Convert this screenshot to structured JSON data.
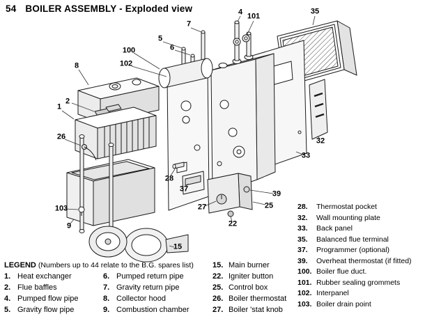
{
  "page": {
    "number": "54",
    "title": "BOILER ASSEMBLY - Exploded view"
  },
  "colors": {
    "ink": "#000000",
    "paper": "#ffffff"
  },
  "legend": {
    "header": "LEGEND",
    "note": "(Numbers up to 44 relate to the B.G. spares list)",
    "col1": [
      {
        "num": "1.",
        "label": "Heat exchanger"
      },
      {
        "num": "2.",
        "label": "Flue baffles"
      },
      {
        "num": "4.",
        "label": "Pumped flow pipe"
      },
      {
        "num": "5.",
        "label": "Gravity flow pipe"
      }
    ],
    "col2": [
      {
        "num": "6.",
        "label": "Pumped return pipe"
      },
      {
        "num": "7.",
        "label": "Gravity return pipe"
      },
      {
        "num": "8.",
        "label": "Collector hood"
      },
      {
        "num": "9.",
        "label": "Combustion chamber"
      }
    ],
    "col3": [
      {
        "num": "15.",
        "label": "Main burner"
      },
      {
        "num": "22.",
        "label": "Igniter button"
      },
      {
        "num": "25.",
        "label": "Control box"
      },
      {
        "num": "26.",
        "label": "Boiler thermostat"
      },
      {
        "num": "27.",
        "label": "Boiler 'stat knob"
      }
    ],
    "right": [
      {
        "num": "28.",
        "label": "Thermostat pocket"
      },
      {
        "num": "32.",
        "label": "Wall mounting plate"
      },
      {
        "num": "33.",
        "label": "Back panel"
      },
      {
        "num": "35.",
        "label": "Balanced flue terminal"
      },
      {
        "num": "37.",
        "label": "Programmer (optional)"
      },
      {
        "num": "39.",
        "label": "Overheat thermostat (if fitted)"
      },
      {
        "num": "100.",
        "label": "Boiler flue duct."
      },
      {
        "num": "101.",
        "label": "Rubber sealing grommets"
      },
      {
        "num": "102.",
        "label": "Interpanel"
      },
      {
        "num": "103.",
        "label": "Boiler drain point"
      }
    ]
  },
  "callouts": [
    {
      "num": "4"
    },
    {
      "num": "101"
    },
    {
      "num": "35"
    },
    {
      "num": "7"
    },
    {
      "num": "5"
    },
    {
      "num": "6"
    },
    {
      "num": "100"
    },
    {
      "num": "102"
    },
    {
      "num": "8"
    },
    {
      "num": "2"
    },
    {
      "num": "1"
    },
    {
      "num": "26"
    },
    {
      "num": "28"
    },
    {
      "num": "103"
    },
    {
      "num": "9"
    },
    {
      "num": "15"
    },
    {
      "num": "22"
    },
    {
      "num": "27"
    },
    {
      "num": "37"
    },
    {
      "num": "25"
    },
    {
      "num": "39"
    },
    {
      "num": "33"
    },
    {
      "num": "32"
    }
  ]
}
